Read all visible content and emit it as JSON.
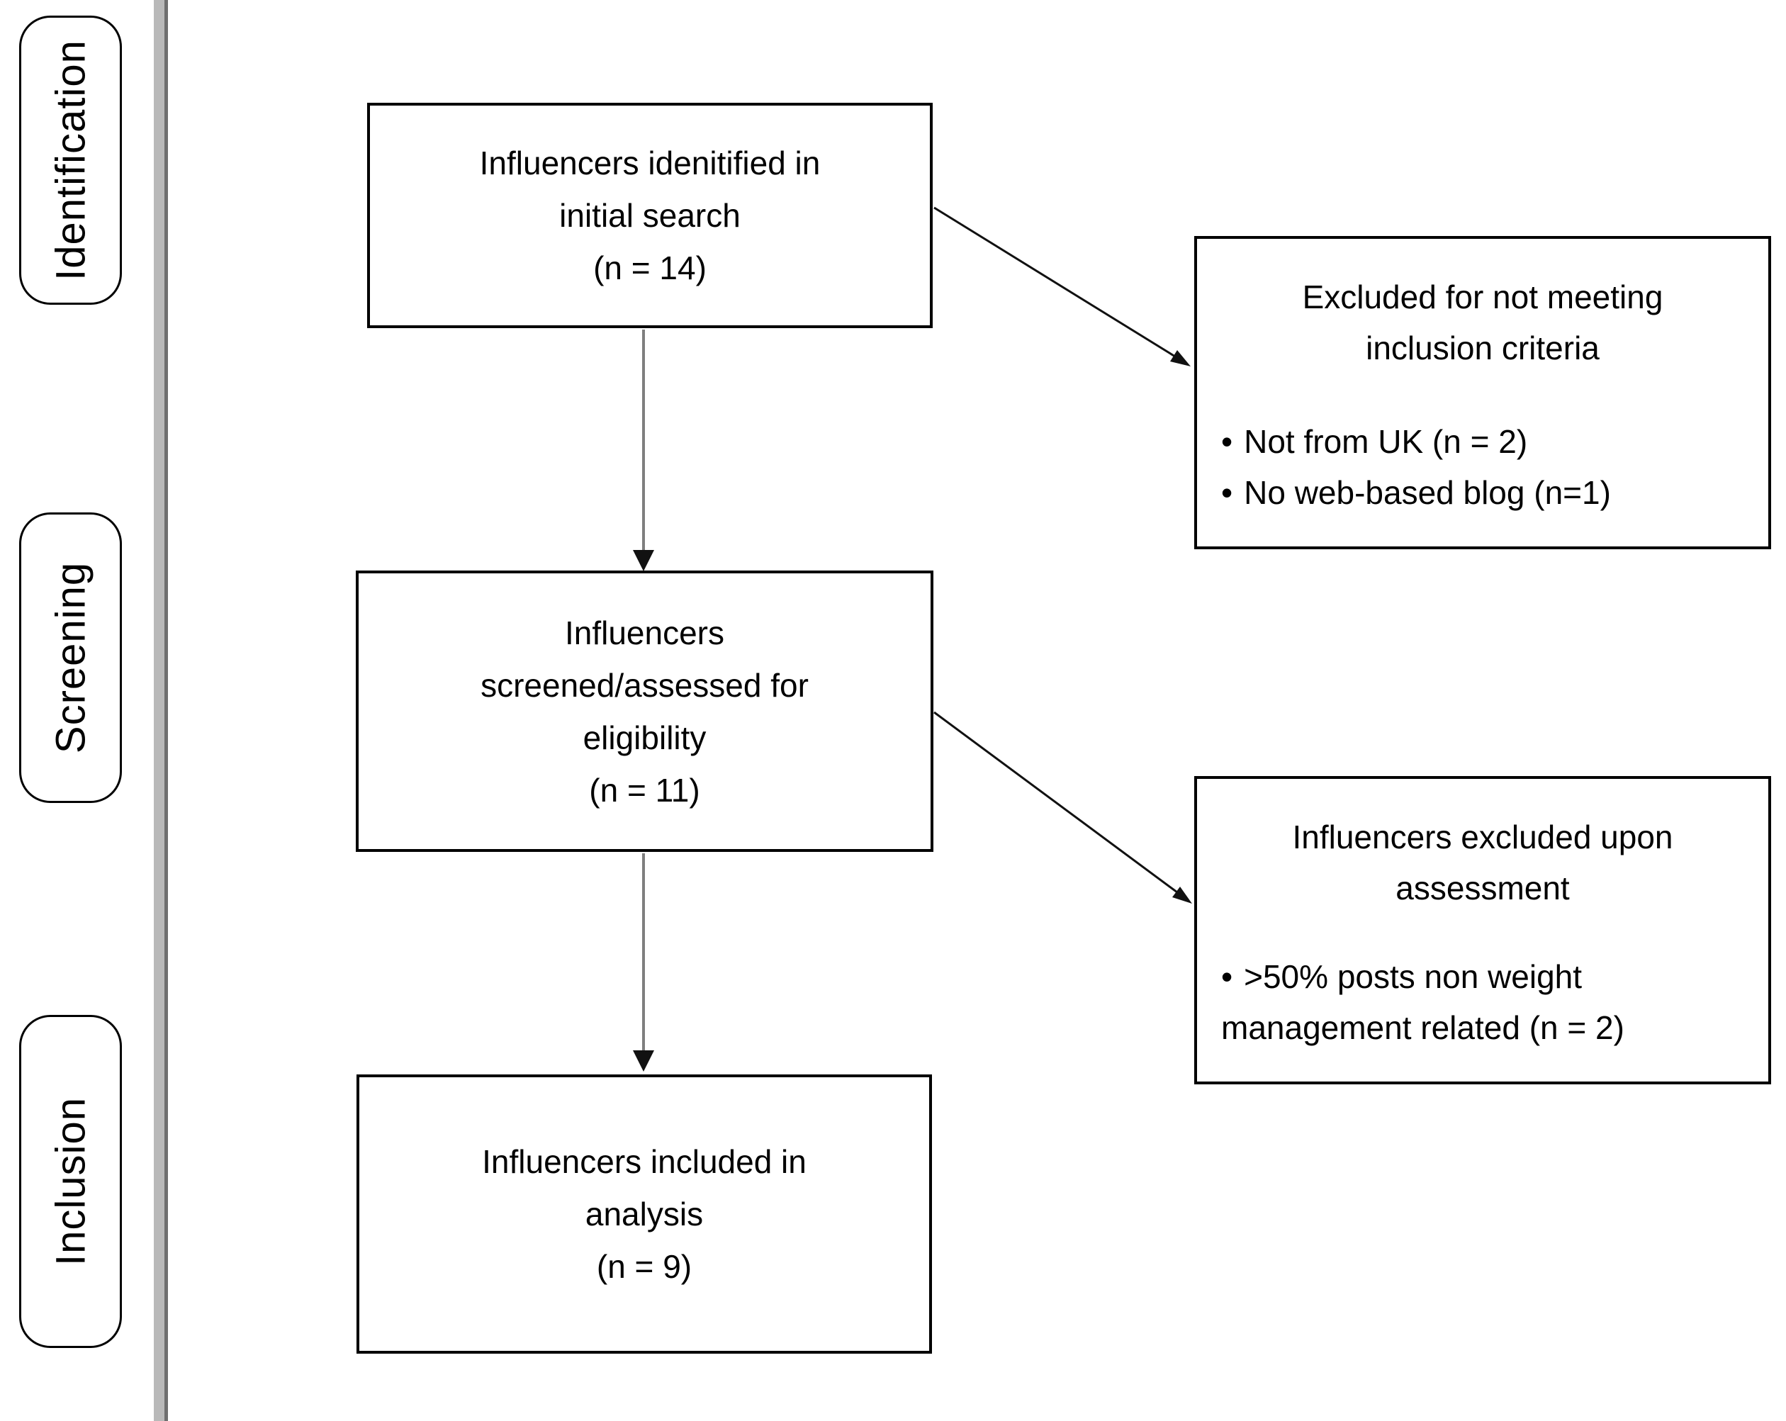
{
  "diagram": {
    "stages": [
      {
        "label": "Identification"
      },
      {
        "label": "Screening"
      },
      {
        "label": "Inclusion"
      }
    ],
    "flow": [
      {
        "id": "identified-in-initial-search",
        "lines": [
          "Influencers idenitified in",
          "initial search",
          "(n = 14)"
        ]
      },
      {
        "id": "screened-assessed-for-eligibility",
        "lines": [
          "Influencers",
          "screened/assessed for",
          "eligibility",
          "(n = 11)"
        ]
      },
      {
        "id": "included-in-analysis",
        "lines": [
          "Influencers included in",
          "analysis",
          "(n = 9)"
        ]
      }
    ],
    "exclusions": [
      {
        "id": "excluded-not-meeting-criteria",
        "title_lines": [
          "Excluded for not meeting",
          "inclusion criteria"
        ],
        "bullets": [
          "Not from UK (n = 2)",
          "No web-based blog (n=1)"
        ]
      },
      {
        "id": "excluded-upon-assessment",
        "title_lines": [
          "Influencers excluded upon",
          "assessment"
        ],
        "bullets": [
          ">50% posts non weight management related (n = 2)"
        ]
      }
    ]
  },
  "glyphs": {
    "bullet": "•"
  },
  "colors": {
    "background": "#ffffff",
    "text": "#000000",
    "box_border": "#000000",
    "arrow_stem_gray": "#7f7f7f",
    "arrow_black": "#111111",
    "separator_bar": "#b9b9b9",
    "separator_line": "#6f6f6f"
  }
}
